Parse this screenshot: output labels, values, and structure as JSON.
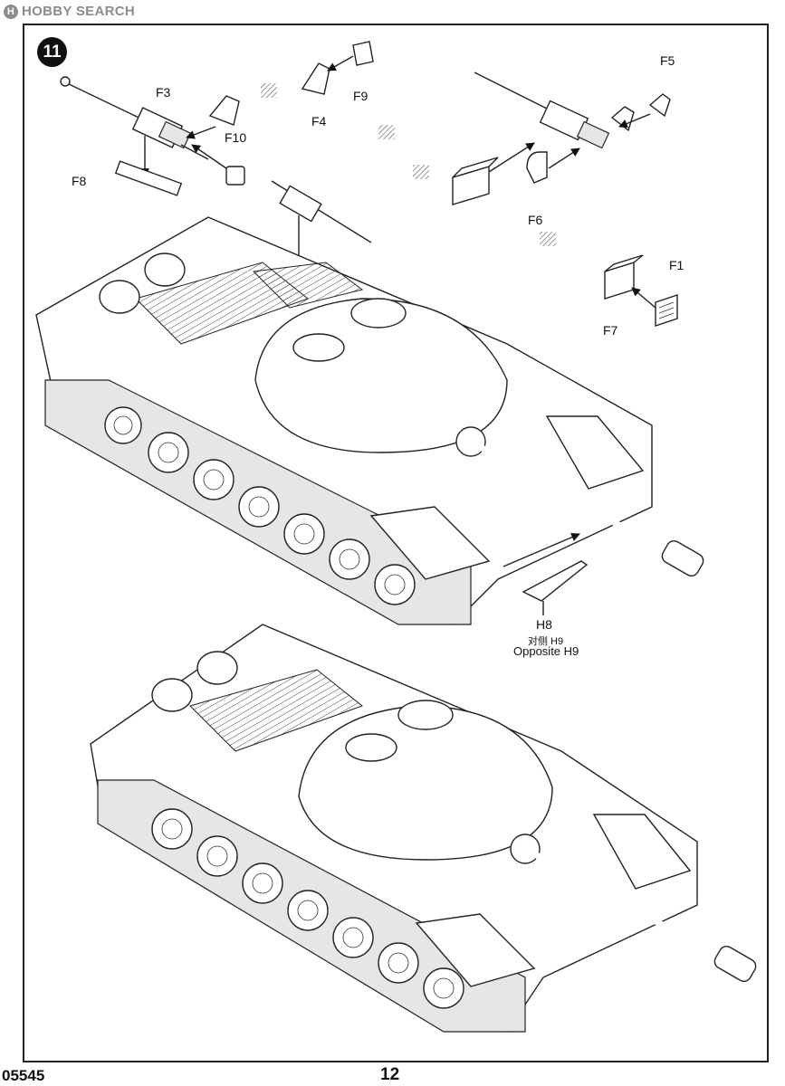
{
  "watermark": {
    "logo_icon": "h-logo-icon",
    "text": "HOBBY SEARCH"
  },
  "step": {
    "number": "11"
  },
  "parts": {
    "f1": "F1",
    "f3": "F3",
    "f4": "F4",
    "f5": "F5",
    "f6": "F6",
    "f7": "F7",
    "f8": "F8",
    "f9": "F9",
    "f10": "F10"
  },
  "h8_callout": {
    "part": "H8",
    "note_cn": "对侧 H9",
    "note_en": "Opposite H9"
  },
  "footer": {
    "catalog_no": "05545",
    "page_no": "12"
  }
}
